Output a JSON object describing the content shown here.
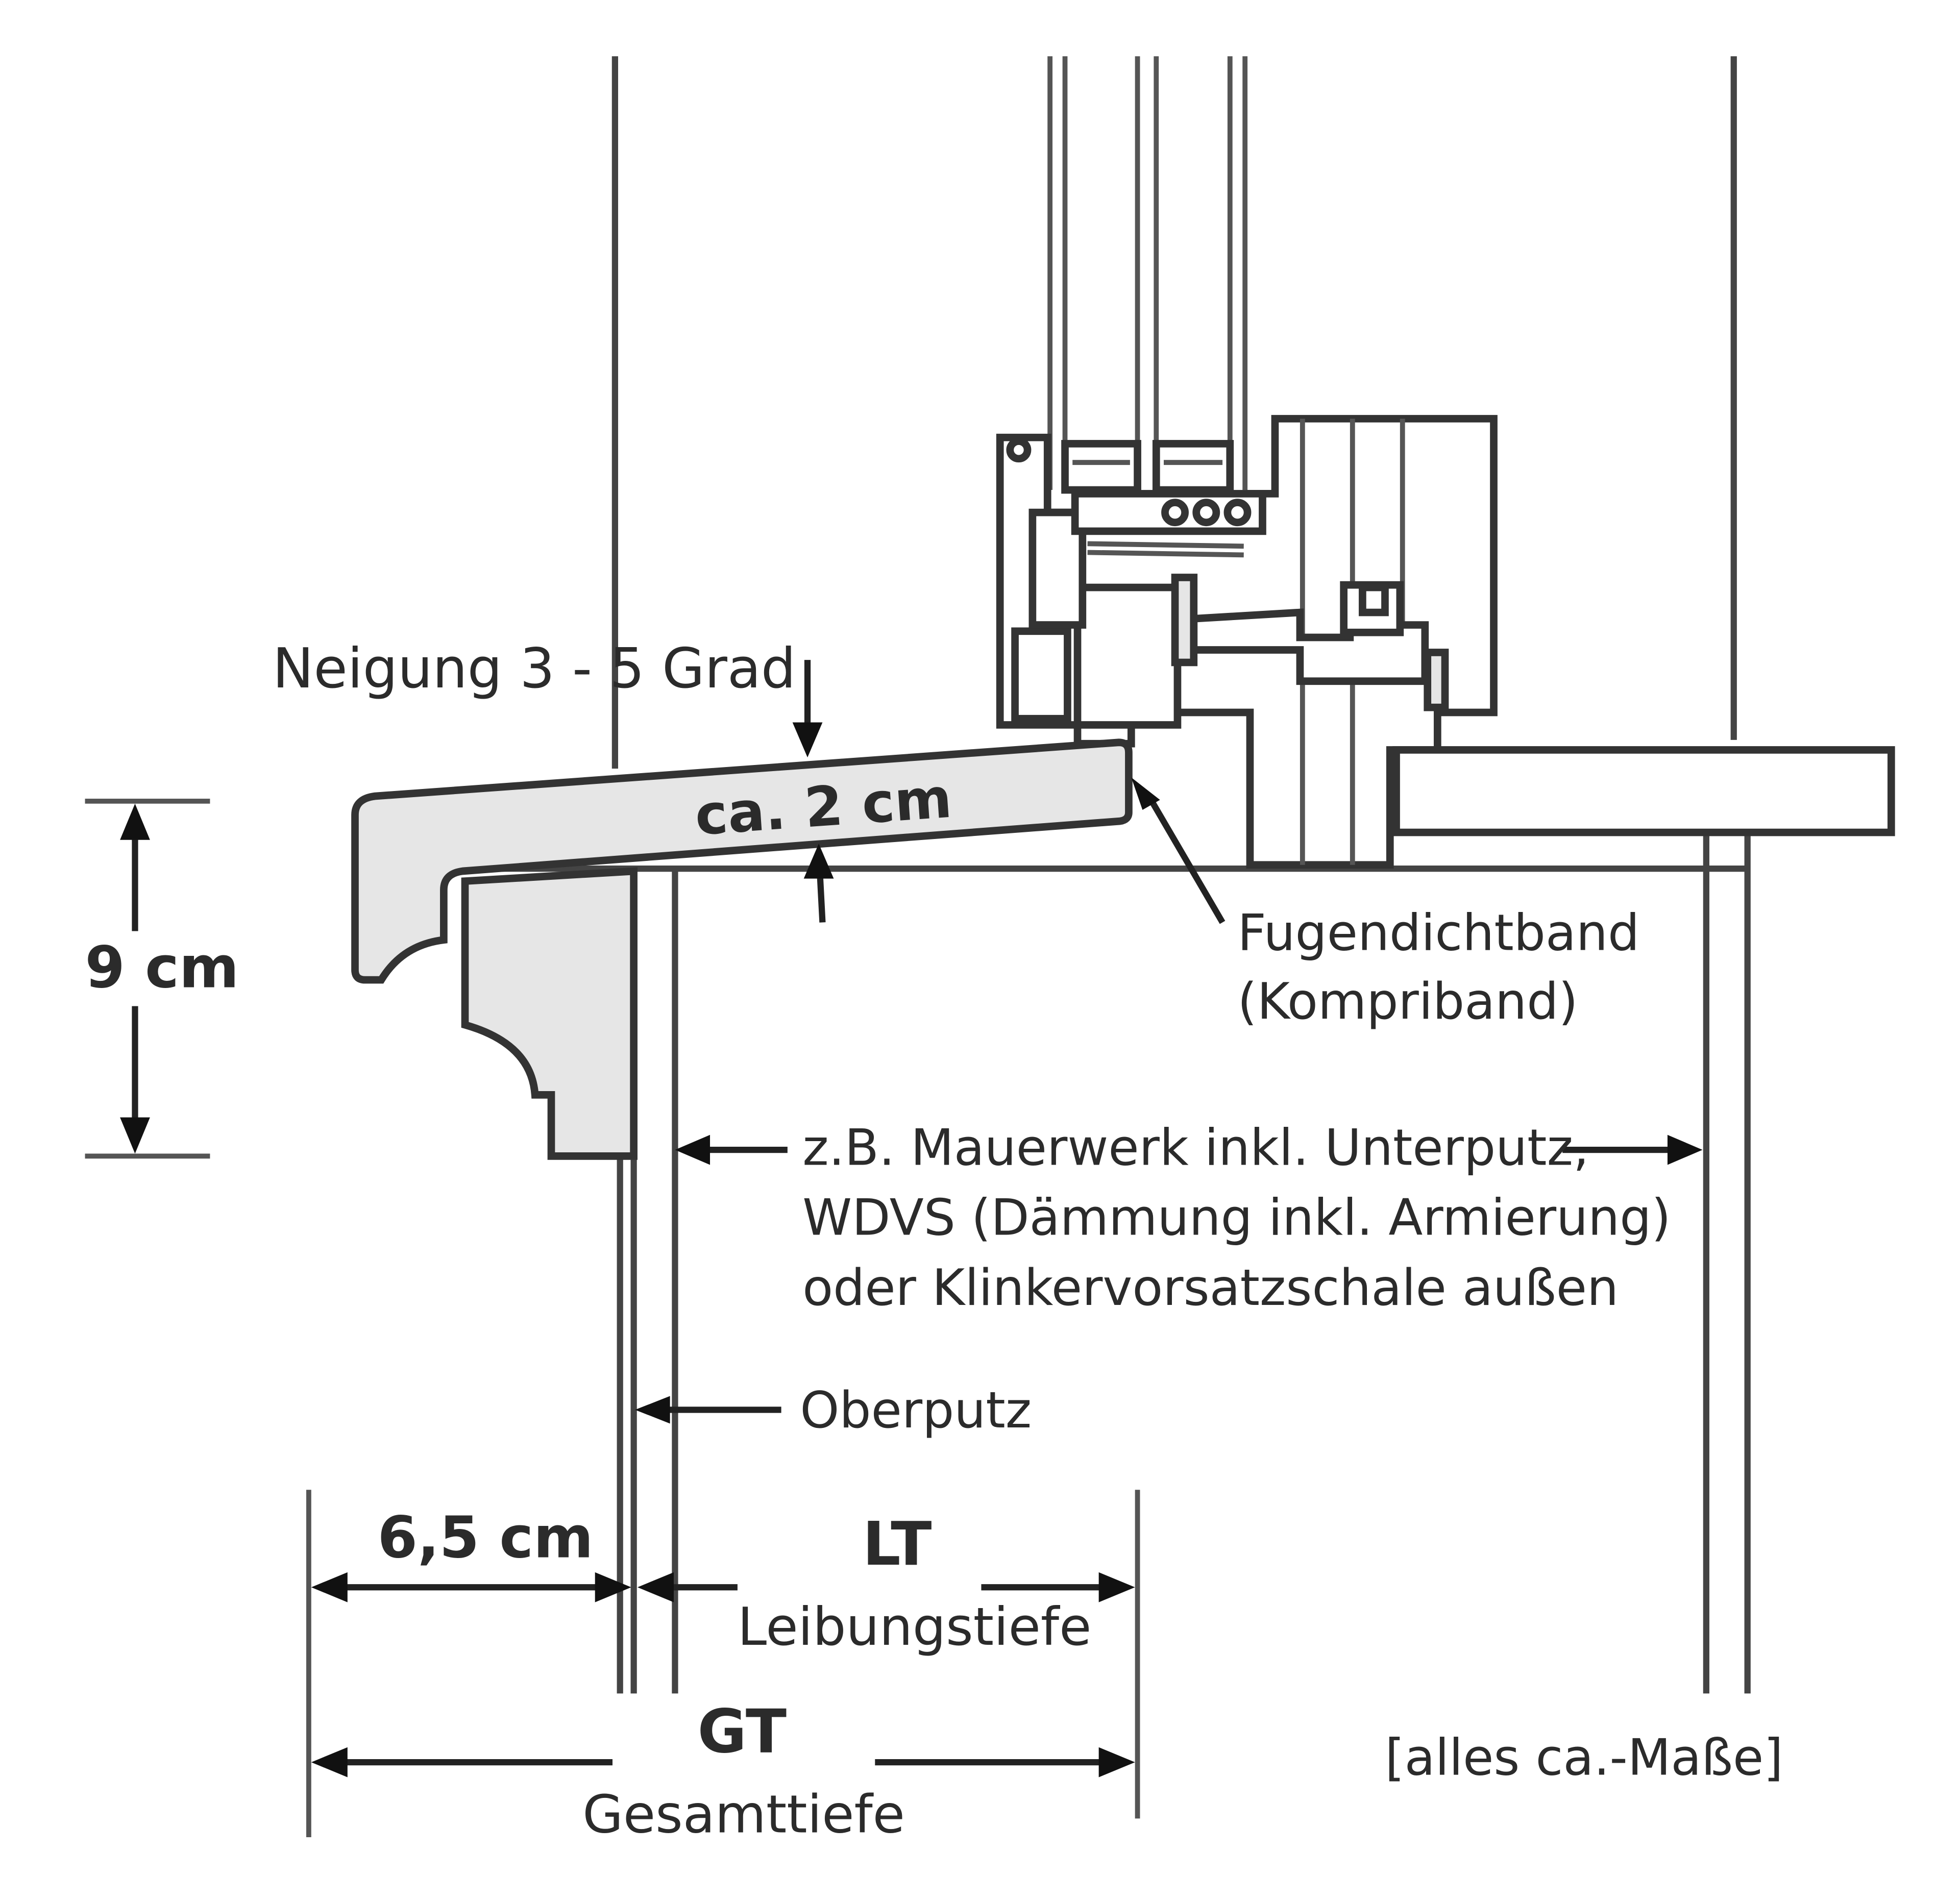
{
  "labels": {
    "slope": "Neigung 3 - 5 Grad",
    "thickness": "ca. 2 cm",
    "height": "9 cm",
    "sealing_tape_1": "Fugendichtband",
    "sealing_tape_2": "(Kompriband)",
    "wall_note_1": "z.B. Mauerwerk inkl. Unterputz,",
    "wall_note_2": "WDVS (Dämmung inkl. Armierung)",
    "wall_note_3": "oder Klinkervorsatzschale außen",
    "top_plaster": "Oberputz",
    "overhang": "6,5 cm",
    "lt_code": "LT",
    "lt_name": "Leibungstiefe",
    "gt_code": "GT",
    "gt_name": "Gesamttiefe",
    "note": "[alles ca.-Maße]"
  }
}
